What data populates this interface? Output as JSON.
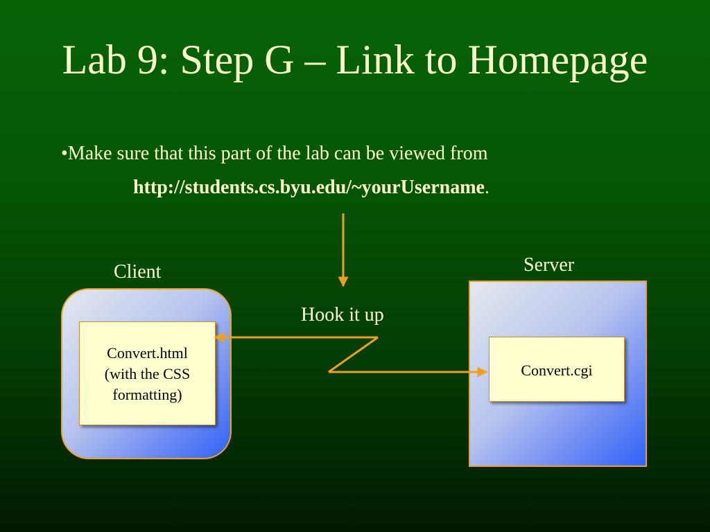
{
  "slide": {
    "title": "Lab 9: Step G – Link to Homepage",
    "bullet": "•Make sure that this part of the lab can be viewed from",
    "url": "http://students.cs.byu.edu/~yourUsername",
    "url_suffix": "."
  },
  "diagram": {
    "client_label": "Client",
    "server_label": "Server",
    "connector_label": "Hook it up",
    "client_file": {
      "line1": "Convert.html",
      "line2": "(with the CSS",
      "line3": "formatting)"
    },
    "server_file": "Convert.cgi"
  },
  "colors": {
    "background": "#055505",
    "text": "#ffffcc",
    "arrow": "#f0a020",
    "file_box": "#ffffd0",
    "container_gradient_end": "#2f63f7"
  }
}
